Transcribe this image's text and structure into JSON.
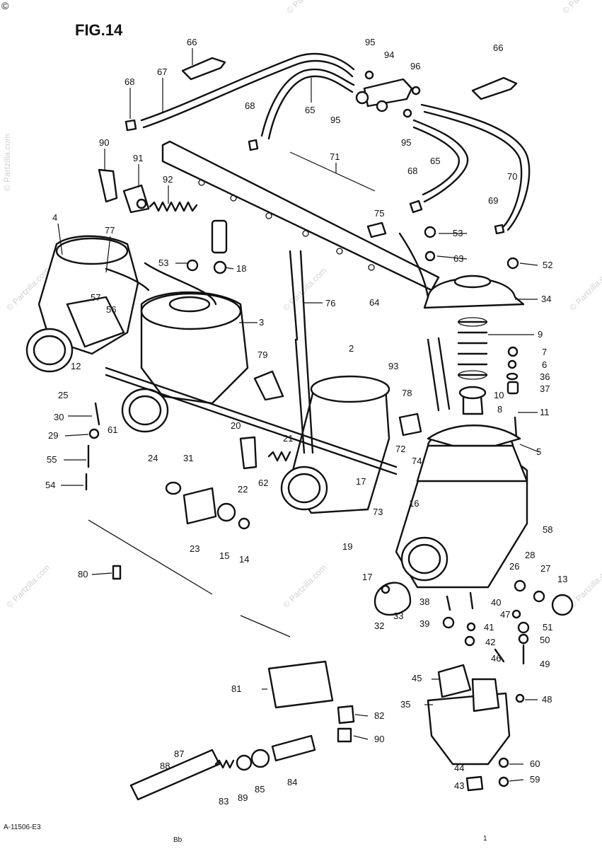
{
  "figure": {
    "title": "FIG.14",
    "copyright_mark": "©",
    "footer_code": "A-11506-E3",
    "footer_page": "Bb",
    "footer_tick": "1"
  },
  "watermark": {
    "text": "© Partzilla.com"
  },
  "callouts": [
    {
      "number": "66"
    },
    {
      "number": "67"
    },
    {
      "number": "68"
    },
    {
      "number": "65"
    },
    {
      "number": "95"
    },
    {
      "number": "94"
    },
    {
      "number": "96"
    },
    {
      "number": "95"
    },
    {
      "number": "95"
    },
    {
      "number": "66"
    },
    {
      "number": "68"
    },
    {
      "number": "90"
    },
    {
      "number": "91"
    },
    {
      "number": "92"
    },
    {
      "number": "71"
    },
    {
      "number": "68"
    },
    {
      "number": "65"
    },
    {
      "number": "70"
    },
    {
      "number": "69"
    },
    {
      "number": "75"
    },
    {
      "number": "4"
    },
    {
      "number": "77"
    },
    {
      "number": "53"
    },
    {
      "number": "18"
    },
    {
      "number": "53"
    },
    {
      "number": "63"
    },
    {
      "number": "52"
    },
    {
      "number": "57"
    },
    {
      "number": "56"
    },
    {
      "number": "3"
    },
    {
      "number": "76"
    },
    {
      "number": "64"
    },
    {
      "number": "34"
    },
    {
      "number": "9"
    },
    {
      "number": "7"
    },
    {
      "number": "6"
    },
    {
      "number": "36"
    },
    {
      "number": "37"
    },
    {
      "number": "10"
    },
    {
      "number": "8"
    },
    {
      "number": "11"
    },
    {
      "number": "2"
    },
    {
      "number": "93"
    },
    {
      "number": "79"
    },
    {
      "number": "78"
    },
    {
      "number": "12"
    },
    {
      "number": "25"
    },
    {
      "number": "30"
    },
    {
      "number": "29"
    },
    {
      "number": "61"
    },
    {
      "number": "20"
    },
    {
      "number": "21"
    },
    {
      "number": "72"
    },
    {
      "number": "74"
    },
    {
      "number": "5"
    },
    {
      "number": "55"
    },
    {
      "number": "24"
    },
    {
      "number": "31"
    },
    {
      "number": "54"
    },
    {
      "number": "22"
    },
    {
      "number": "62"
    },
    {
      "number": "17"
    },
    {
      "number": "73"
    },
    {
      "number": "16"
    },
    {
      "number": "58"
    },
    {
      "number": "23"
    },
    {
      "number": "15"
    },
    {
      "number": "14"
    },
    {
      "number": "19"
    },
    {
      "number": "17"
    },
    {
      "number": "28"
    },
    {
      "number": "26"
    },
    {
      "number": "27"
    },
    {
      "number": "13"
    },
    {
      "number": "80"
    },
    {
      "number": "38"
    },
    {
      "number": "40"
    },
    {
      "number": "33"
    },
    {
      "number": "47"
    },
    {
      "number": "32"
    },
    {
      "number": "39"
    },
    {
      "number": "41"
    },
    {
      "number": "51"
    },
    {
      "number": "50"
    },
    {
      "number": "42"
    },
    {
      "number": "46"
    },
    {
      "number": "49"
    },
    {
      "number": "81"
    },
    {
      "number": "45"
    },
    {
      "number": "48"
    },
    {
      "number": "82"
    },
    {
      "number": "35"
    },
    {
      "number": "90"
    },
    {
      "number": "87"
    },
    {
      "number": "88"
    },
    {
      "number": "60"
    },
    {
      "number": "44"
    },
    {
      "number": "43"
    },
    {
      "number": "59"
    },
    {
      "number": "83"
    },
    {
      "number": "89"
    },
    {
      "number": "85"
    },
    {
      "number": "84"
    }
  ]
}
